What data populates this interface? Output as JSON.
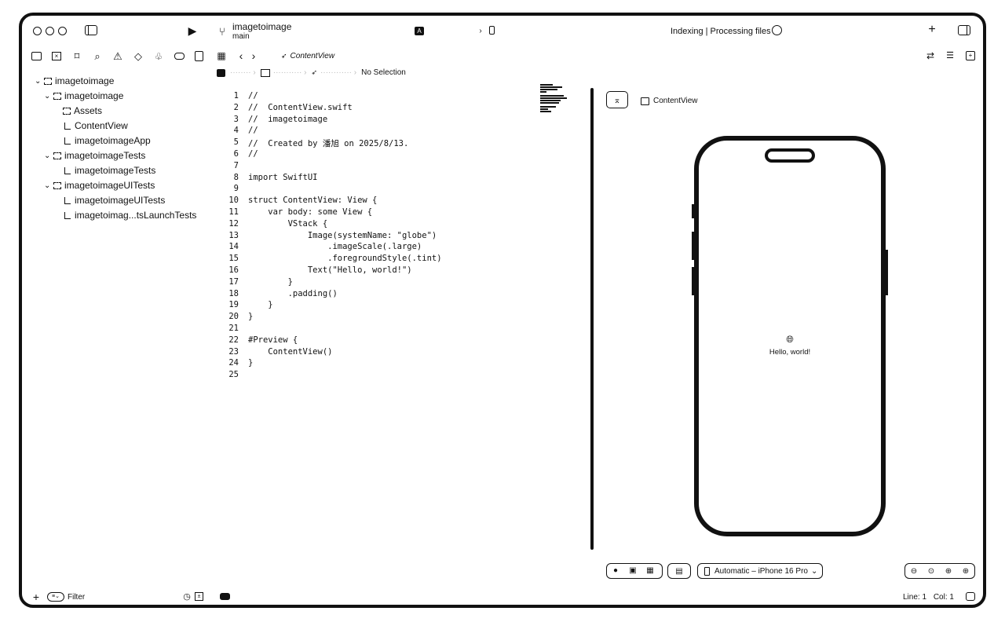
{
  "toolbar": {
    "project_name": "imagetoimage",
    "branch": "main",
    "status": "Indexing | Processing files"
  },
  "editor_nav": {
    "current_file": "ContentView",
    "breadcrumb_last": "No Selection"
  },
  "navigator": {
    "items": [
      {
        "label": "imagetoimage"
      },
      {
        "label": "imagetoimage"
      },
      {
        "label": "Assets"
      },
      {
        "label": "ContentView"
      },
      {
        "label": "imagetoimageApp"
      },
      {
        "label": "imagetoimageTests"
      },
      {
        "label": "imagetoimageTests"
      },
      {
        "label": "imagetoimageUITests"
      },
      {
        "label": "imagetoimageUITests"
      },
      {
        "label": "imagetoimag...tsLaunchTests"
      }
    ],
    "filter_placeholder": "Filter"
  },
  "code_lines": [
    "//",
    "//  ContentView.swift",
    "//  imagetoimage",
    "//",
    "//  Created by 潘旭 on 2025/8/13.",
    "//",
    "",
    "import SwiftUI",
    "",
    "struct ContentView: View {",
    "    var body: some View {",
    "        VStack {",
    "            Image(systemName: \"globe\")",
    "                .imageScale(.large)",
    "                .foregroundStyle(.tint)",
    "            Text(\"Hello, world!\")",
    "        }",
    "        .padding()",
    "    }",
    "}",
    "",
    "#Preview {",
    "    ContentView()",
    "}",
    ""
  ],
  "preview": {
    "title": "ContentView",
    "text": "Hello, world!",
    "device": "Automatic – iPhone 16 Pro"
  },
  "status_bar": {
    "line": "Line: 1",
    "col": "Col: 1"
  }
}
